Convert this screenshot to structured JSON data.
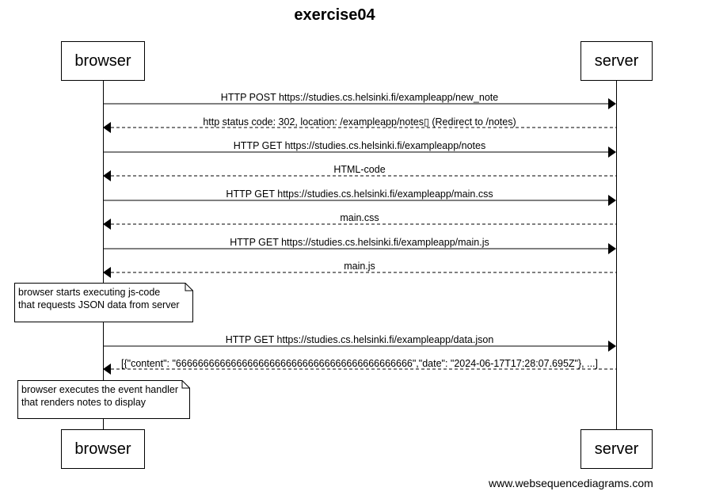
{
  "diagram": {
    "title": "exercise04",
    "participants": {
      "left": "browser",
      "right": "server"
    },
    "messages": [
      {
        "text": "HTTP POST https://studies.cs.helsinki.fi/exampleapp/new_note",
        "direction": "to-server",
        "style": "solid"
      },
      {
        "text": "http status code: 302, location: /exampleapp/notes▯ (Redirect to /notes)",
        "direction": "to-browser",
        "style": "dashed"
      },
      {
        "text": "HTTP GET https://studies.cs.helsinki.fi/exampleapp/notes",
        "direction": "to-server",
        "style": "solid"
      },
      {
        "text": "HTML-code",
        "direction": "to-browser",
        "style": "dashed"
      },
      {
        "text": "HTTP GET https://studies.cs.helsinki.fi/exampleapp/main.css",
        "direction": "to-server",
        "style": "solid"
      },
      {
        "text": "main.css",
        "direction": "to-browser",
        "style": "dashed"
      },
      {
        "text": "HTTP GET https://studies.cs.helsinki.fi/exampleapp/main.js",
        "direction": "to-server",
        "style": "solid"
      },
      {
        "text": "main.js",
        "direction": "to-browser",
        "style": "dashed"
      },
      {
        "text": "HTTP GET https://studies.cs.helsinki.fi/exampleapp/data.json",
        "direction": "to-server",
        "style": "solid"
      },
      {
        "text": "[{\"content\": \"6666666666666666666666666666666666666666666\",\"date\": \"2024-06-17T17:28:07.695Z\"}, ...]",
        "direction": "to-browser",
        "style": "dashed"
      }
    ],
    "notes": [
      {
        "line1": "browser starts executing js-code",
        "line2": "that requests JSON data from server"
      },
      {
        "line1": "browser executes the event handler",
        "line2": "that renders notes to display"
      }
    ],
    "watermark": "www.websequencediagrams.com"
  }
}
